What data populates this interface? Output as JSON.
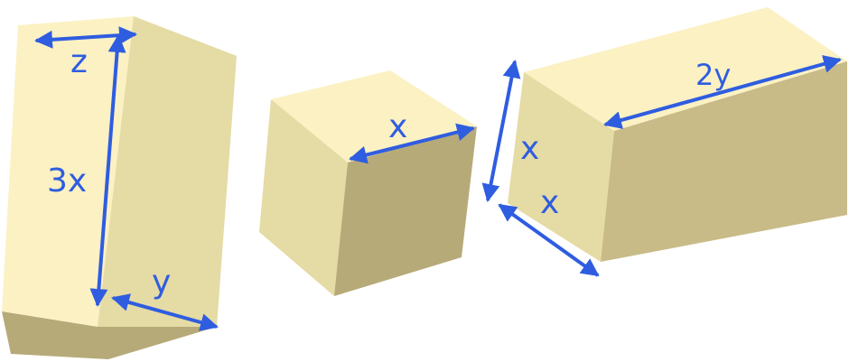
{
  "colors": {
    "face_light": "#fbf1c3",
    "face_mid": "#e5dba4",
    "face_dark": "#b7aa79",
    "arrow": "#2f5de0"
  },
  "boxes": [
    {
      "name": "tall-box",
      "labels": {
        "depth": "z",
        "height": "3x",
        "width": "y"
      }
    },
    {
      "name": "cube",
      "labels": {
        "top_edge": "x"
      }
    },
    {
      "name": "long-box",
      "labels": {
        "height": "x",
        "depth": "x",
        "length": "2y"
      }
    }
  ]
}
